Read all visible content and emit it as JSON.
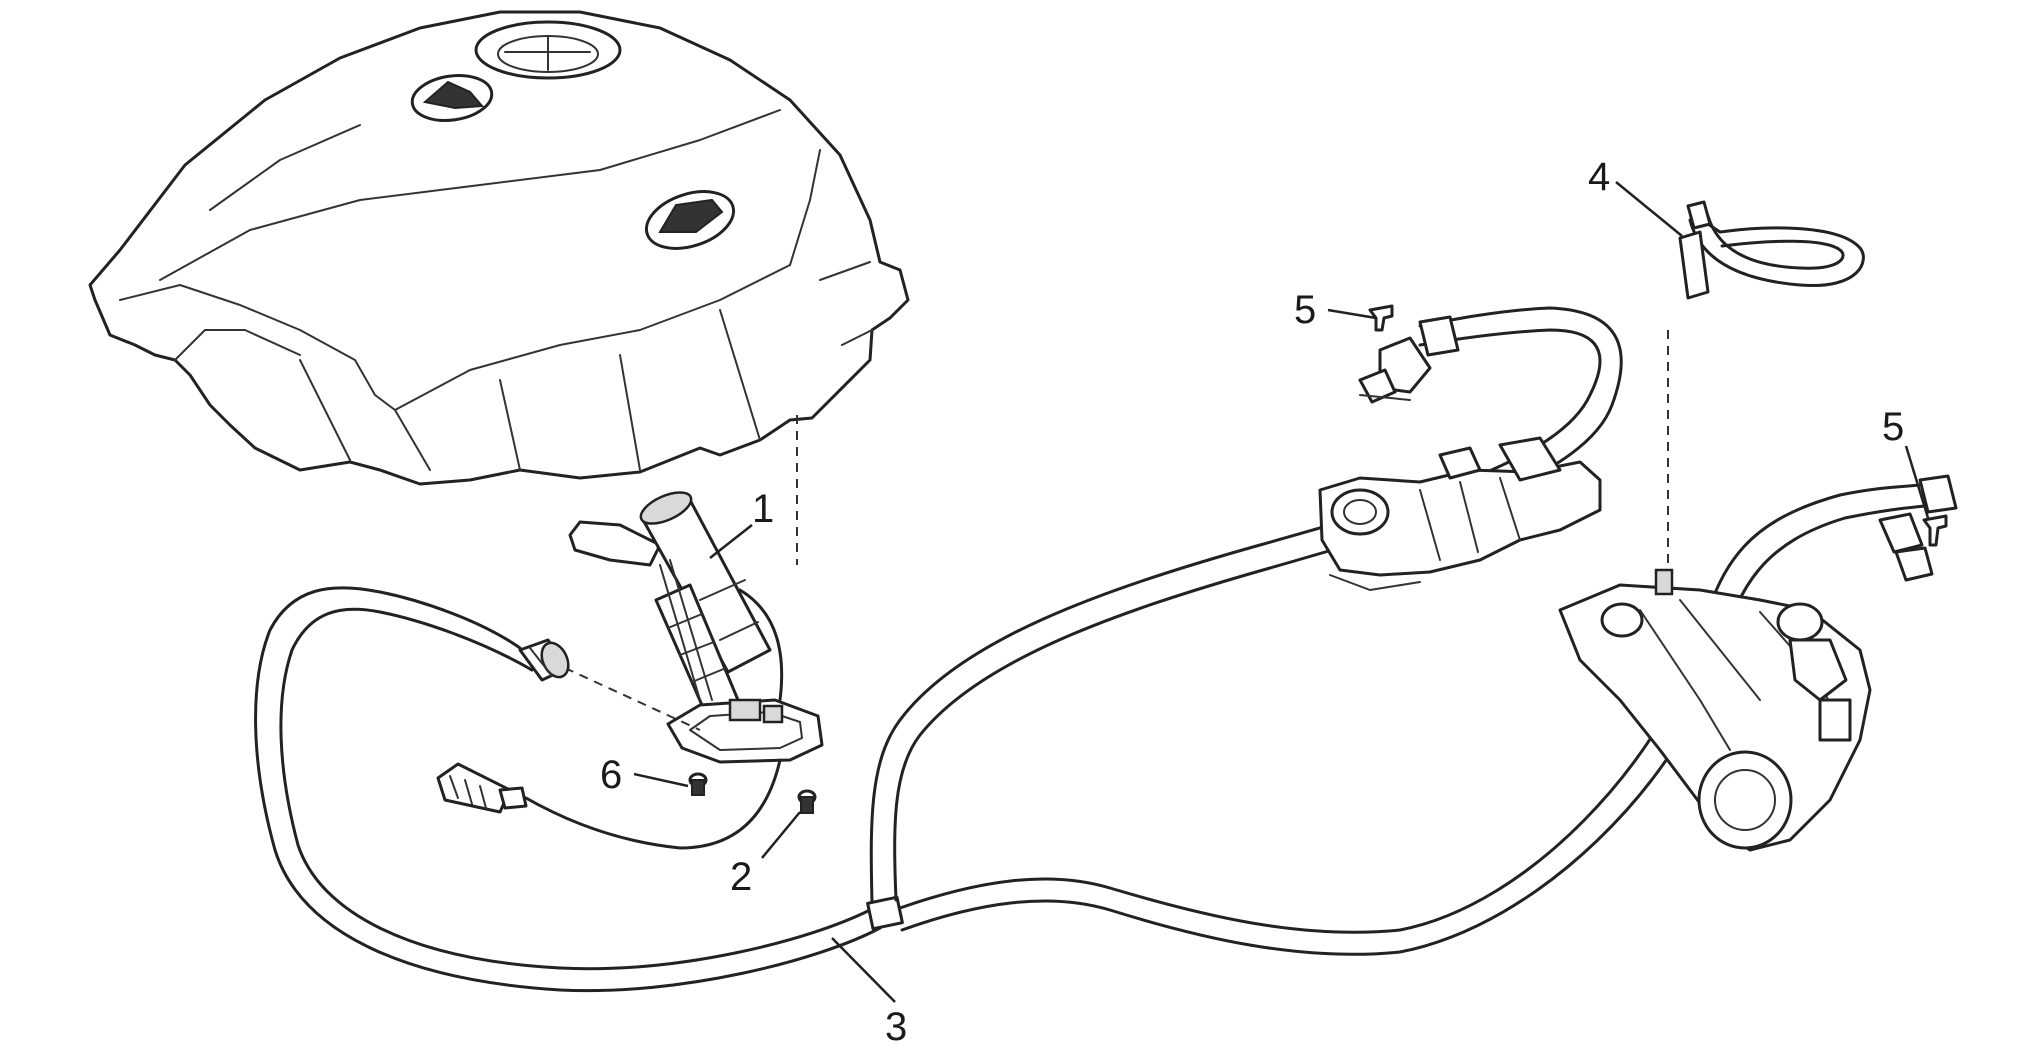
{
  "callouts": [
    {
      "id": "fuel-pump",
      "label": "1"
    },
    {
      "id": "pump-screw",
      "label": "2"
    },
    {
      "id": "fuel-hose",
      "label": "3"
    },
    {
      "id": "breather-hose",
      "label": "4"
    },
    {
      "id": "clip-left",
      "label": "5"
    },
    {
      "id": "clip-right",
      "label": "5"
    },
    {
      "id": "pump-bolt",
      "label": "6"
    }
  ]
}
